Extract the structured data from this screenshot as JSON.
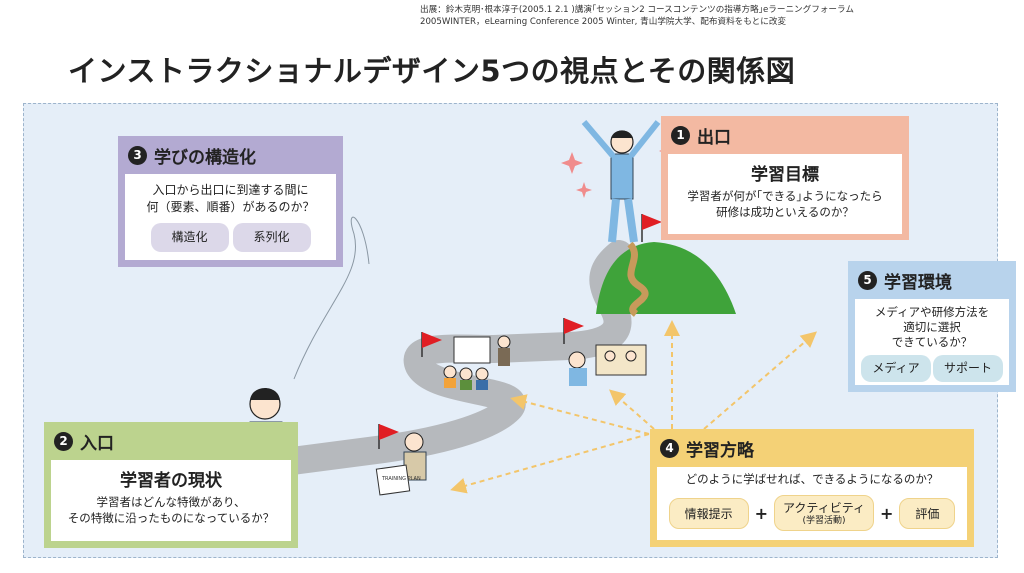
{
  "source": {
    "line1": "出展：鈴木克明･根本淳子(2005.1 2.1 )講演｢セッション2 コースコンテンツの指導方略｣eラーニングフォーラム",
    "line2": "2005WINTER，eLearning Conference 2005 Winter, 青山学院大学、配布資料をもとに改変"
  },
  "title": "インストラクショナルデザイン5つの視点とその関係図",
  "boxes": {
    "exit": {
      "num": "1",
      "label": "出口",
      "heading": "学習目標",
      "text1": "学習者が何が｢できる｣ようになったら",
      "text2": "研修は成功といえるのか？"
    },
    "entrance": {
      "num": "2",
      "label": "入口",
      "heading": "学習者の現状",
      "text1": "学習者はどんな特徴があり、",
      "text2": "その特徴に沿ったものになっているか？"
    },
    "structure": {
      "num": "3",
      "label": "学びの構造化",
      "text1": "入口から出口に到達する間に",
      "text2": "何（要素、順番）があるのか？",
      "pills": [
        "構造化",
        "系列化"
      ]
    },
    "strategy": {
      "num": "4",
      "label": "学習方略",
      "text": "どのように学ばせれば、できるようになるのか？",
      "pill1": "情報提示",
      "pill2": "アクティビティ",
      "pill2_sub": "(学習活動)",
      "pill3": "評価",
      "plus": "+"
    },
    "environment": {
      "num": "5",
      "label": "学習環境",
      "text1": "メディアや研修方法を",
      "text2": "適切に選択",
      "text3": "できているか？",
      "pills": [
        "メディア",
        "サポート"
      ]
    }
  },
  "illustration": {
    "plan_label": "TRAINING PLAN"
  },
  "colors": {
    "structure": "#b3aad2",
    "exit": "#f3b9a2",
    "environment": "#b8d3ec",
    "entrance": "#bcd38e",
    "strategy": "#f4d176",
    "road": "#b6b9bd",
    "hill": "#3fa33a",
    "flag": "#e01e24",
    "arrow": "#f3c56a"
  }
}
